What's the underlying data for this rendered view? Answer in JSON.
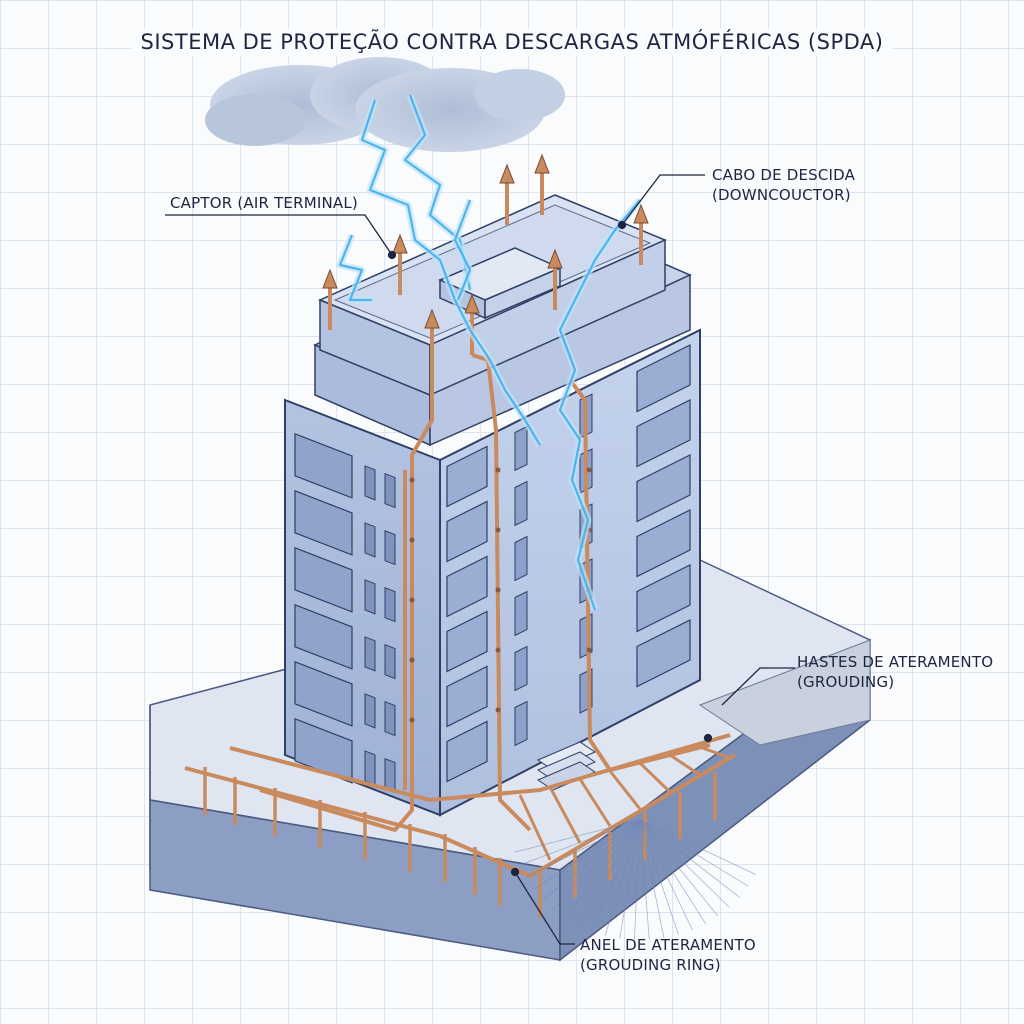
{
  "title": "SISTEMA DE PROTEÇÃO CONTRA DESCARGAS ATMÓFÉRICAS (SPDA)",
  "labels": {
    "captor": {
      "line1": "CAPTOR (AIR TERMINAL)"
    },
    "cabo": {
      "line1": "CABO DE DESCIDA",
      "line2": "(DOWNCOUCTOR)"
    },
    "hastes": {
      "line1": "HASTES DE ATERAMENTO",
      "line2": "(GROUDING)"
    },
    "anel": {
      "line1": "ANEL DE ATERAMENTO",
      "line2": "(GROUDING RING)"
    }
  },
  "colors": {
    "copper": "#c98a5e",
    "lightning": "#4fb3ec",
    "building_front": "#bccbe6",
    "building_side": "#a9b9d9",
    "roof": "#d3def0",
    "outline": "#2f3f66"
  }
}
